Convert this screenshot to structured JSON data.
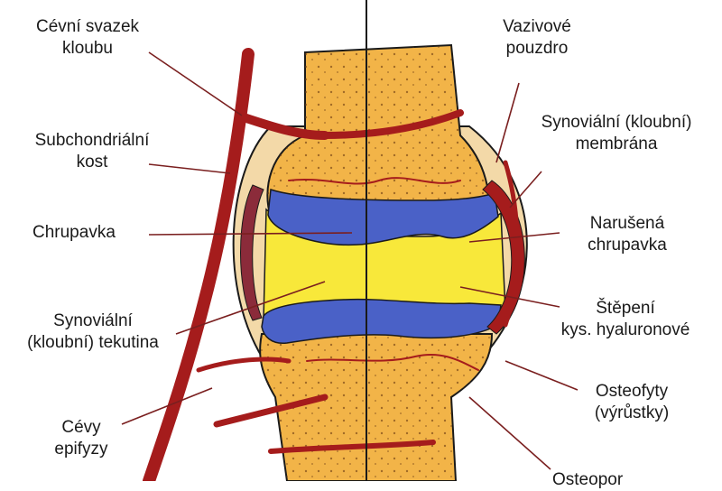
{
  "labels": {
    "cevni_svazek": [
      "Cévní svazek",
      "kloubu"
    ],
    "subchondralni": [
      "Subchondriální",
      "kost"
    ],
    "chrupavka": [
      "Chrupavka"
    ],
    "synovialni_tekutina": [
      "Synoviální",
      "(kloubní) tekutina"
    ],
    "cevy_epifyzy": [
      "Cévy",
      "epifyzy"
    ],
    "vazivove_pouzdro": [
      "Vazivové",
      "pouzdro"
    ],
    "synovialni_membrana": [
      "Synoviální (kloubní)",
      "membrána"
    ],
    "narusena_chrupavka": [
      "Narušená",
      "chrupavka"
    ],
    "stepeni": [
      "Štěpení",
      "kys. hyaluronové"
    ],
    "osteofyty": [
      "Osteofyty",
      "(výrůstky)"
    ],
    "osteoporoza_partial": [
      "Osteopor"
    ]
  },
  "colors": {
    "bone": "#f2b448",
    "bone_dark": "#e3a33a",
    "cartilage": "#4a61c7",
    "synovial_fluid": "#f8e83a",
    "vessel": "#a51c1c",
    "capsule": "#e8a7a0",
    "outline": "#1a1a1a"
  }
}
